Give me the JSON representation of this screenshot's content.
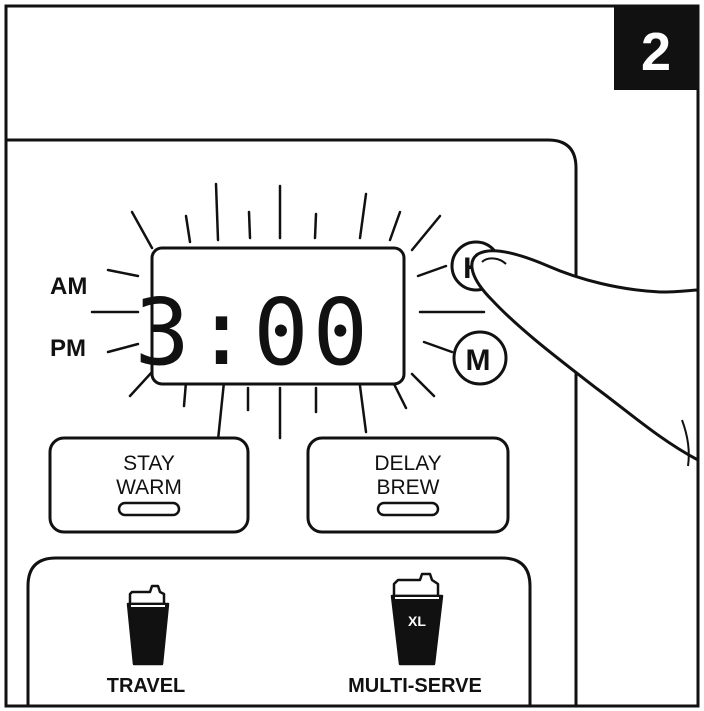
{
  "step_badge": {
    "number": "2"
  },
  "display": {
    "time": "3:00",
    "am_label": "AM",
    "pm_label": "PM"
  },
  "buttons": {
    "hour_label": "H",
    "minute_label": "M",
    "stay_warm": {
      "line1": "STAY",
      "line2": "WARM"
    },
    "delay_brew": {
      "line1": "DELAY",
      "line2": "BREW"
    }
  },
  "cup_options": {
    "travel_label": "TRAVEL",
    "multi_serve_label": "MULTI-SERVE",
    "xl_badge": "XL"
  },
  "colors": {
    "ink": "#111111",
    "background": "#ffffff",
    "badge_fill": "#111111",
    "badge_text": "#ffffff"
  }
}
